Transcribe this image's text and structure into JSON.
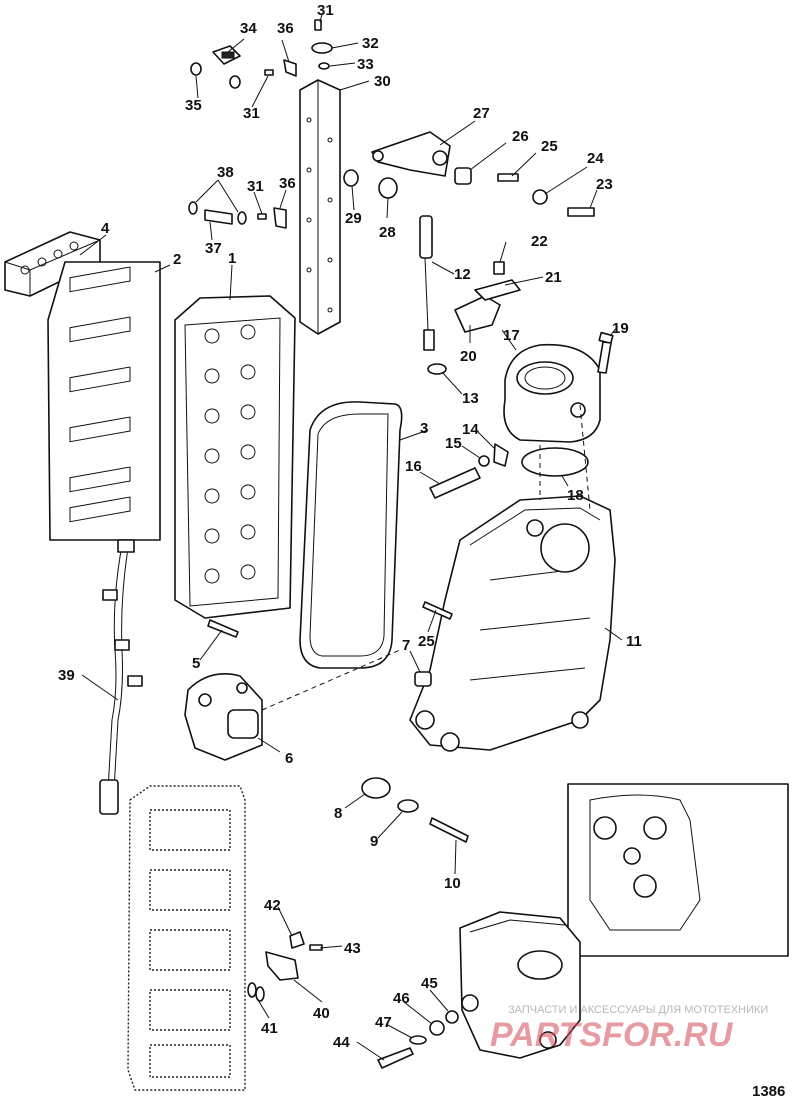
{
  "figure_number": "1386",
  "watermark": {
    "tagline": "ЗАПЧАСТИ И АКСЕССУАРЫ ДЛЯ МОТОТЕХНИКИ",
    "brand": "PARTSFOR.RU"
  },
  "callouts": [
    {
      "id": "1"
    },
    {
      "id": "2"
    },
    {
      "id": "3"
    },
    {
      "id": "4"
    },
    {
      "id": "5"
    },
    {
      "id": "6"
    },
    {
      "id": "7"
    },
    {
      "id": "8"
    },
    {
      "id": "9"
    },
    {
      "id": "10"
    },
    {
      "id": "11"
    },
    {
      "id": "12"
    },
    {
      "id": "13"
    },
    {
      "id": "14"
    },
    {
      "id": "15"
    },
    {
      "id": "16"
    },
    {
      "id": "17"
    },
    {
      "id": "18"
    },
    {
      "id": "19"
    },
    {
      "id": "20"
    },
    {
      "id": "21"
    },
    {
      "id": "22"
    },
    {
      "id": "23"
    },
    {
      "id": "24"
    },
    {
      "id": "25"
    },
    {
      "id": "26"
    },
    {
      "id": "27"
    },
    {
      "id": "28"
    },
    {
      "id": "29"
    },
    {
      "id": "30"
    },
    {
      "id": "31"
    },
    {
      "id": "32"
    },
    {
      "id": "33"
    },
    {
      "id": "34"
    },
    {
      "id": "35"
    },
    {
      "id": "31"
    },
    {
      "id": "36"
    },
    {
      "id": "37"
    },
    {
      "id": "38"
    },
    {
      "id": "31"
    },
    {
      "id": "36"
    },
    {
      "id": "25"
    },
    {
      "id": "39"
    },
    {
      "id": "40"
    },
    {
      "id": "41"
    },
    {
      "id": "42"
    },
    {
      "id": "43"
    },
    {
      "id": "44"
    },
    {
      "id": "45"
    },
    {
      "id": "46"
    },
    {
      "id": "47"
    }
  ]
}
